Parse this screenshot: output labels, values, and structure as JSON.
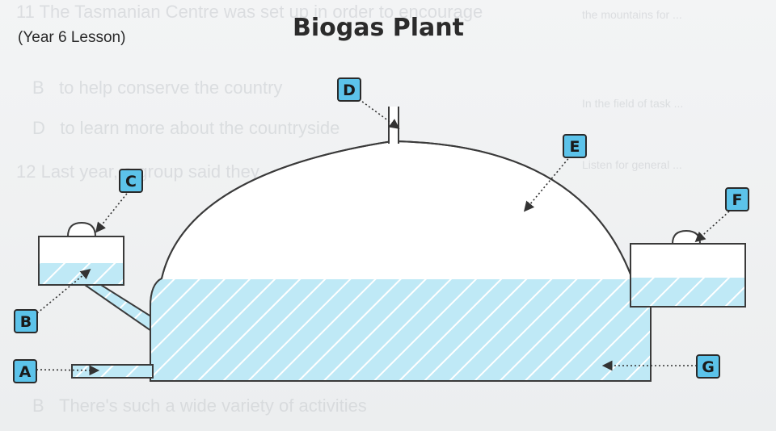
{
  "header": {
    "subtitle": "(Year 6 Lesson)",
    "title": "Biogas Plant"
  },
  "labels": {
    "A": "A",
    "B": "B",
    "C": "C",
    "D": "D",
    "E": "E",
    "F": "F",
    "G": "G"
  },
  "colors": {
    "label_fill": "#5cc3ea",
    "liquid_fill": "#bfe9f6",
    "outline": "#3a3a3a"
  }
}
